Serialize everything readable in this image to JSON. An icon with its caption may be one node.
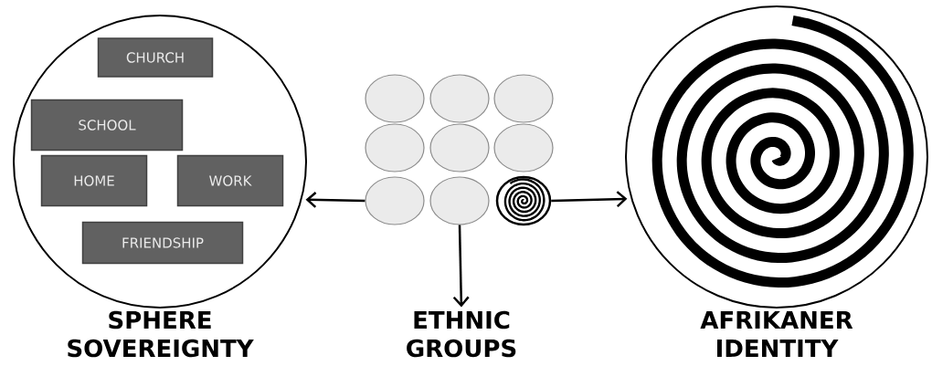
{
  "diagram": {
    "nodes": [
      {
        "text": [
          "SPHERE SOVEREIGNTY"
        ]
      },
      {
        "text": [
          "CHURCH"
        ],
        "in": 0
      },
      {
        "text": [
          "SCHOOL"
        ],
        "in": 0
      },
      {
        "text": [
          "HOME"
        ],
        "in": 0
      },
      {
        "text": [
          "WORK"
        ],
        "in": 0
      },
      {
        "text": [
          "FRIENDSHIP"
        ],
        "in": 0
      },
      {
        "text": [],
        "shape": "circle"
      },
      {
        "text": [],
        "shape": "circle"
      },
      {
        "text": [],
        "shape": "circle"
      },
      {
        "text": [],
        "shape": "circle"
      },
      {
        "text": [],
        "shape": "circle"
      },
      {
        "text": [],
        "shape": "circle"
      },
      {
        "text": [],
        "shape": "circle"
      },
      {
        "text": [],
        "shape": "circle"
      },
      {
        "text": [],
        "shape": "spiral"
      },
      {
        "text": [
          "ETHNIC GROUPS"
        ]
      },
      {
        "text": [
          "AFRIKANER IDENTITY"
        ]
      }
    ],
    "edges": [
      {
        "from": 12,
        "to": 0,
        "arrow": "to"
      },
      {
        "from": 13,
        "to": 15,
        "arrow": "to"
      },
      {
        "from": 14,
        "to": 16,
        "arrow": "to"
      }
    ]
  }
}
